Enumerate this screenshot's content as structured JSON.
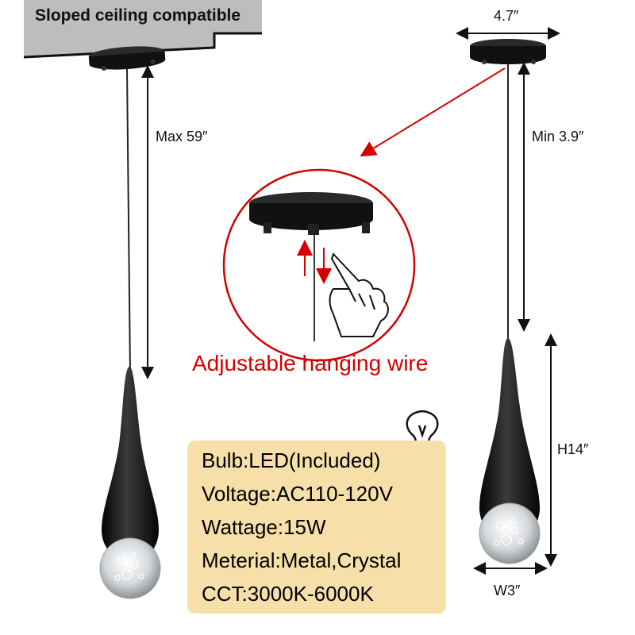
{
  "banner": {
    "text": "Sloped ceiling compatible"
  },
  "dimensions": {
    "canopy_width": "4.7″",
    "max_length": "Max 59″",
    "min_length": "Min 3.9″",
    "height": "H14″",
    "width": "W3″"
  },
  "callout": {
    "title": "Adjustable hanging wire"
  },
  "specs": [
    "Bulb:LED(Included)",
    "Voltage:AC110-120V",
    "Wattage:15W",
    "Meterial:Metal,Crystal",
    "CCT:3000K-6000K"
  ],
  "icons": [
    "bulb-icon",
    "hand-pointer-icon"
  ],
  "colors": {
    "accent_red": "#d40000",
    "spec_panel": "#f7dfa9",
    "ceiling_gray": "#bdbdbd",
    "fixture_black": "#141414"
  }
}
